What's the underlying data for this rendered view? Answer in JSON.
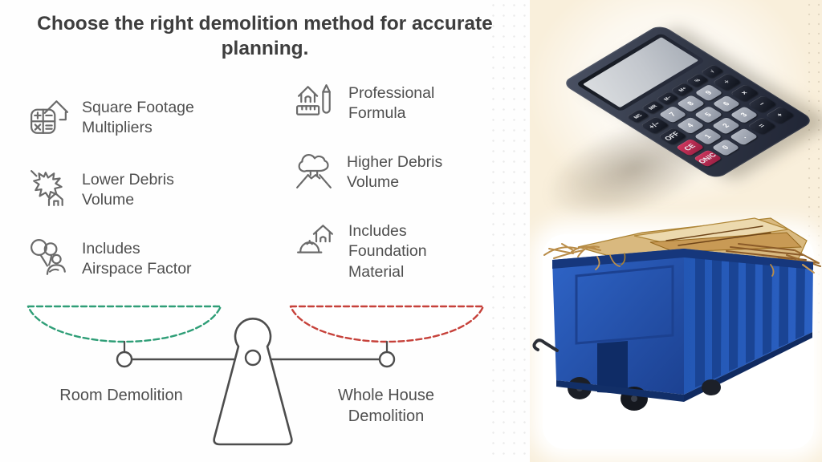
{
  "title": "Choose the right demolition method for accurate\nplanning.",
  "features": {
    "left": [
      {
        "icon": "house-calculator-icon",
        "label": "Square Footage\nMultipliers"
      },
      {
        "icon": "debris-explosion-icon",
        "label": "Lower Debris\nVolume"
      },
      {
        "icon": "balloons-person-icon",
        "label": "Includes\nAirspace Factor"
      }
    ],
    "right": [
      {
        "icon": "house-pencil-ruler-icon",
        "label": "Professional\nFormula"
      },
      {
        "icon": "eruption-cloud-icon",
        "label": "Higher Debris\nVolume"
      },
      {
        "icon": "house-hardhat-icon",
        "label": "Includes\nFoundation\nMaterial"
      }
    ]
  },
  "scale": {
    "left_label": "Room Demolition",
    "right_label": "Whole House\nDemolition",
    "left_bowl_color": "#2f9e77",
    "right_bowl_color": "#c6413a",
    "frame_color": "#4d4d4d"
  },
  "calculator": {
    "keys": [
      "MC",
      "MR",
      "M−",
      "M+",
      "%",
      "√",
      "+/−",
      "7",
      "8",
      "9",
      "÷",
      "OFF",
      "4",
      "5",
      "6",
      "×",
      "CE",
      "1",
      "2",
      "3",
      "−",
      "ON/C",
      "0",
      ".",
      "=",
      "+"
    ],
    "red_key_color": "#b9234f",
    "body_color": "#333948"
  },
  "photos": {
    "dumpster_blue": "#2357b4",
    "background_cream": "#f9efdb"
  }
}
